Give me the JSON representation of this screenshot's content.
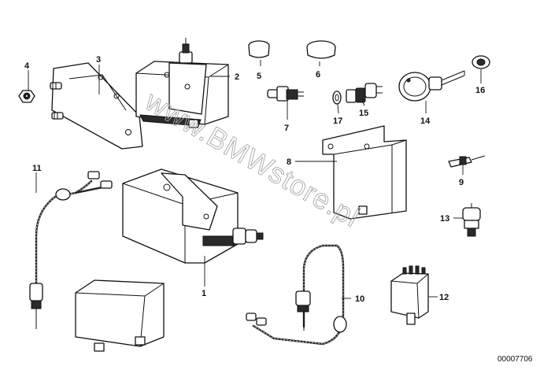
{
  "watermark": "www.BMWstore.pl",
  "reference_number": "00007706",
  "callouts": {
    "c1": "1",
    "c2": "2",
    "c3": "3",
    "c4": "4",
    "c5": "5",
    "c6": "6",
    "c7": "7",
    "c8": "8",
    "c9": "9",
    "c10": "10",
    "c11": "11",
    "c12": "12",
    "c13": "13",
    "c14": "14",
    "c15": "15",
    "c16": "16",
    "c17": "17"
  }
}
